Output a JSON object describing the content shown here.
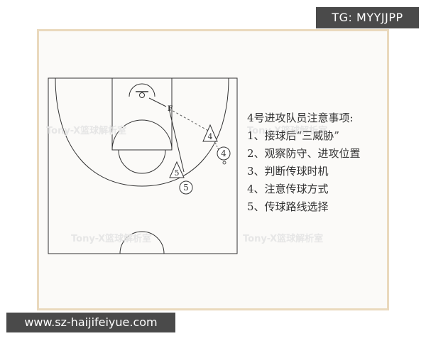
{
  "top_tag": {
    "text": "TG: MYYJJPP"
  },
  "bottom_tag": {
    "text": "www.sz-haijifeiyue.com"
  },
  "watermark": {
    "text": "Tony-X篮球解析室"
  },
  "diagram": {
    "players": [
      {
        "id": "offense-4",
        "label": "4"
      },
      {
        "id": "offense-5",
        "label": "5"
      }
    ],
    "defenders": [
      {
        "id": "defense-4",
        "label": "4"
      },
      {
        "id": "defense-5",
        "label": "5"
      }
    ],
    "ball_marker": {
      "label": "F"
    }
  },
  "notes": {
    "title": "4号进攻队员注意事项:",
    "items": [
      "1、接球后“三威胁”",
      "2、观察防守、进攻位置",
      "3、判断传球时机",
      "4、注意传球方式",
      "5、传球路线选择"
    ]
  },
  "colors": {
    "frame_border": "#ead9bd",
    "frame_background": "#fbfaf8",
    "line": "#333333",
    "watermark": "#e6e6e6",
    "tag_background": "#4a4a4a",
    "tag_text": "#ffffff"
  }
}
